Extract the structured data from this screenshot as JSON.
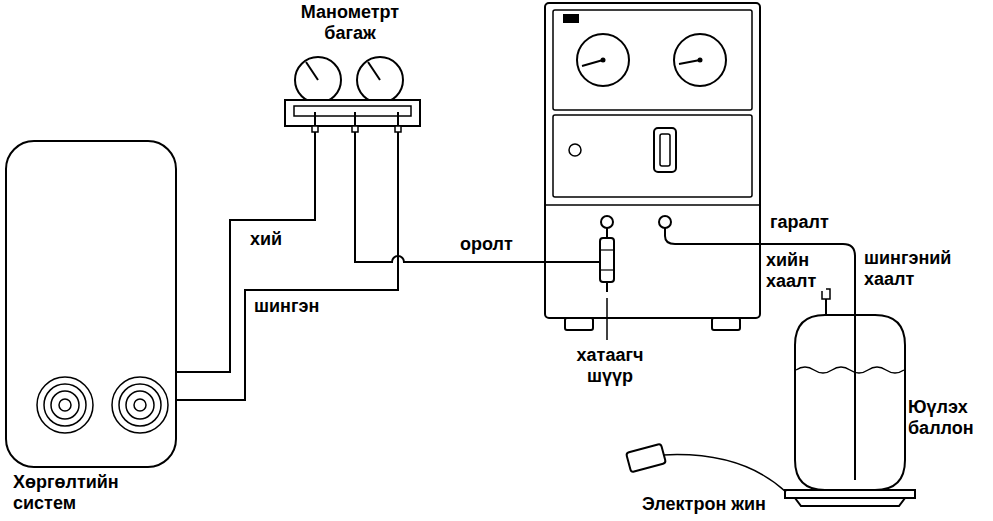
{
  "diagram": {
    "nodes": [
      {
        "text": [
          "Манометрт багаж"
        ]
      },
      {
        "text": [
          "Хөргөлтийн систем"
        ]
      },
      {
        "text": [
          "Юүлэх баллон"
        ]
      }
    ],
    "edges": [
      {
        "from": 1,
        "to": 0,
        "label": "хий",
        "arrow": "none"
      },
      {
        "from": 1,
        "to": 0,
        "label": "шингэн",
        "arrow": "none"
      }
    ],
    "labels": [
      "оролт",
      "хатаагч шүүр",
      "гаралт",
      "хийн хаалт",
      "шингэний хаалт",
      "Электрон жин"
    ]
  }
}
